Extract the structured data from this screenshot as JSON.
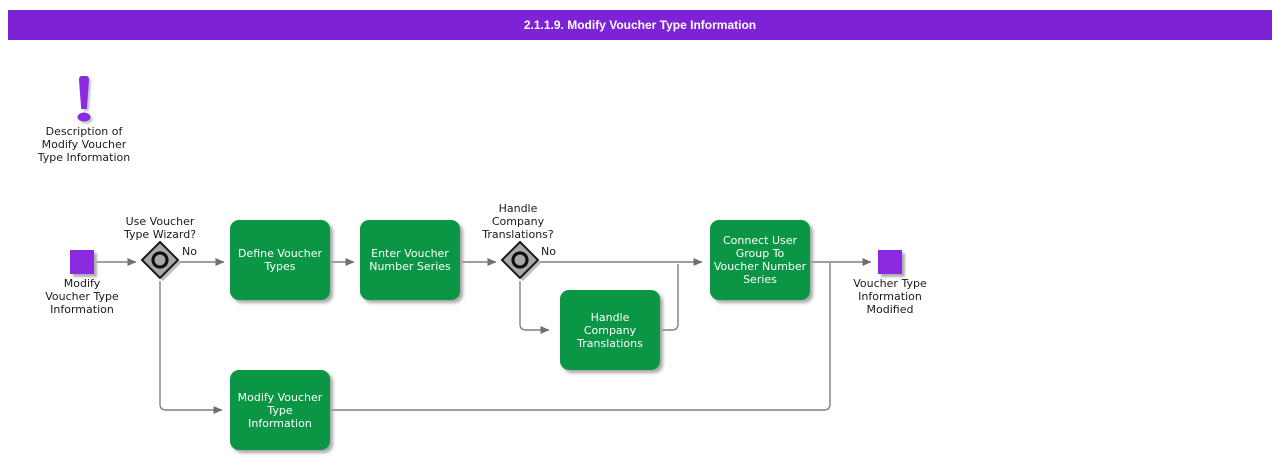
{
  "header": {
    "title": "2.1.1.9. Modify Voucher Type Information",
    "bg_color": "#7D22D7",
    "text_color": "#FFFFFF"
  },
  "colors": {
    "event_purple": "#8A2BE2",
    "activity_green": "#0A9644",
    "decision_gray": "#A8A8A8",
    "connector_gray": "#808080",
    "label_black": "#1A1A1A"
  },
  "description_note": {
    "icon": "exclamation-icon",
    "label": "Description of\nModify Voucher\nType Information"
  },
  "nodes": {
    "start": {
      "label": "Modify\nVoucher Type\nInformation"
    },
    "decision_wizard": {
      "question": "Use Voucher\nType Wizard?",
      "no_label": "No"
    },
    "define_voucher_types": {
      "label": "Define Voucher\nTypes"
    },
    "enter_voucher_number_series": {
      "label": "Enter Voucher\nNumber Series"
    },
    "decision_translations": {
      "question": "Handle\nCompany\nTranslations?",
      "no_label": "No"
    },
    "handle_company_translations": {
      "label": "Handle\nCompany\nTranslations"
    },
    "connect_user_group": {
      "label": "Connect User\nGroup To\nVoucher Number\nSeries"
    },
    "modify_voucher_type_information": {
      "label": "Modify Voucher\nType\nInformation"
    },
    "end": {
      "label": "Voucher Type\nInformation\nModified"
    }
  }
}
